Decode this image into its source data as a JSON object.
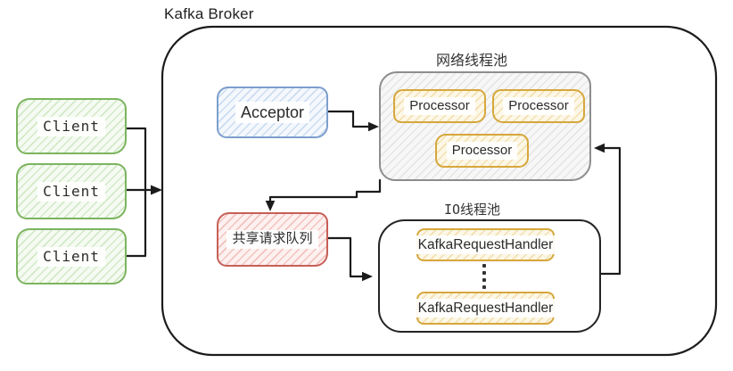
{
  "title": "Kafka Broker",
  "clients": [
    {
      "label": "Client"
    },
    {
      "label": "Client"
    },
    {
      "label": "Client"
    }
  ],
  "acceptor": {
    "label": "Acceptor"
  },
  "network_pool": {
    "label": "网络线程池",
    "processors": [
      {
        "label": "Processor"
      },
      {
        "label": "Processor"
      },
      {
        "label": "Processor"
      }
    ]
  },
  "shared_queue": {
    "label": "共享请求队列"
  },
  "io_pool": {
    "label": "IO线程池",
    "handlers": [
      {
        "label": "KafkaRequestHandler"
      },
      {
        "label": "KafkaRequestHandler"
      }
    ],
    "ellipsis": "vertical-dots"
  },
  "colors": {
    "stroke": "#1b1b1b",
    "text": "#2b2b2b",
    "client_border": "#7cb45f",
    "client_fill": "#f5fbf2",
    "client_hatch": "#d3e9c8",
    "acceptor_border": "#7d9fcd",
    "acceptor_fill": "#f4f8fd",
    "acceptor_hatch": "#ccdcf1",
    "worker_border": "#d6a73c",
    "worker_fill": "#fdf7e7",
    "worker_hatch": "#f2e0b0",
    "queue_border": "#c75f57",
    "queue_fill": "#fdf1f0",
    "queue_hatch": "#f2c3be",
    "pool_border": "#8d8d8d",
    "pool_fill": "#f7f7f7",
    "pool_hatch": "#e6e6e6"
  }
}
